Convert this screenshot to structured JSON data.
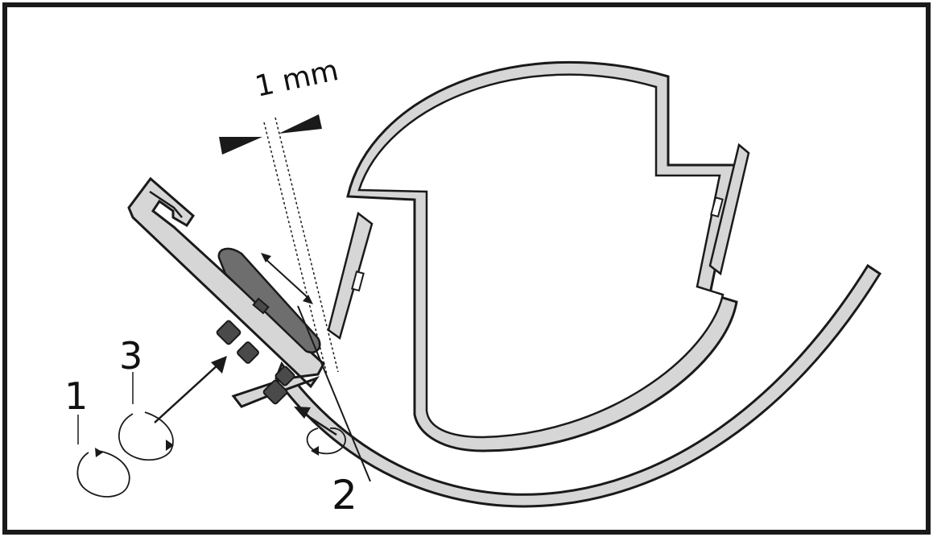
{
  "labels": {
    "gap": "1 mm",
    "callout_1": "1",
    "callout_2": "2",
    "callout_3": "3"
  },
  "colors": {
    "outline": "#1a1a1a",
    "part_fill": "#d6d6d6",
    "scraper_fill": "#6e6e6e",
    "nut_fill": "#4a4a4a",
    "background": "#ffffff"
  }
}
